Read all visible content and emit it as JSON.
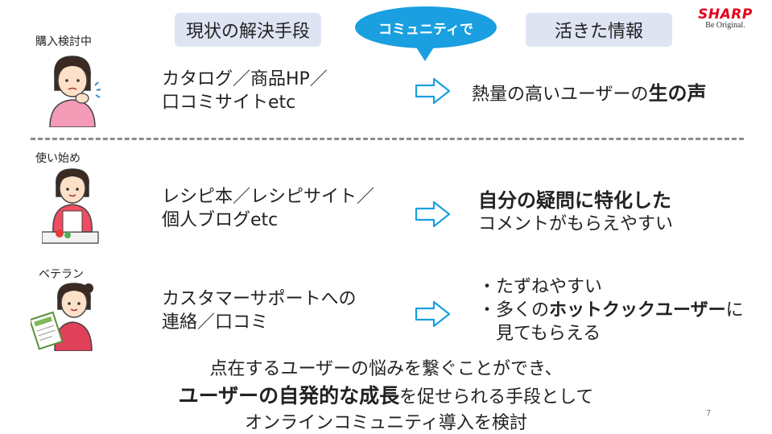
{
  "header": {
    "current_solution": "現状の解決手段",
    "community_bubble": "コミュニティで",
    "benefit": "活きた情報"
  },
  "logo": {
    "brand": "SHARP",
    "tagline": "Be Original."
  },
  "stages": [
    {
      "label": "購入検討中",
      "method_line1": "カタログ／商品HP／",
      "method_line2": "口コミサイトetc",
      "result_normal": "熱量の高いユーザーの",
      "result_bold": "生の声"
    },
    {
      "label": "使い始め",
      "method_line1": "レシピ本／レシピサイト／",
      "method_line2": "個人ブログetc",
      "result_bold": "自分の疑問に特化した",
      "result_normal": "コメントがもらえやすい"
    },
    {
      "label": "ベテラン",
      "method_line1": "カスタマーサポートへの",
      "method_line2": "連絡／口コミ",
      "result_line1": "・たずねやすい",
      "result_line2_prefix": "・多くの",
      "result_line2_bold": "ホットクックユーザー",
      "result_line2_suffix": "に",
      "result_line3": "見てもらえる"
    }
  ],
  "summary": {
    "line1": "点在するユーザーの悩みを繋ぐことができ、",
    "line2_bold": "ユーザーの自発的な成長",
    "line2_rest": "を促せられる手段として",
    "line3": "オンラインコミュニティ導入を検討"
  },
  "page_number": "7",
  "colors": {
    "pill_bg": "#dfe4f3",
    "bubble": "#1a9fe0",
    "arrow": "#1a9fe0",
    "brand_red": "#e4001b"
  }
}
